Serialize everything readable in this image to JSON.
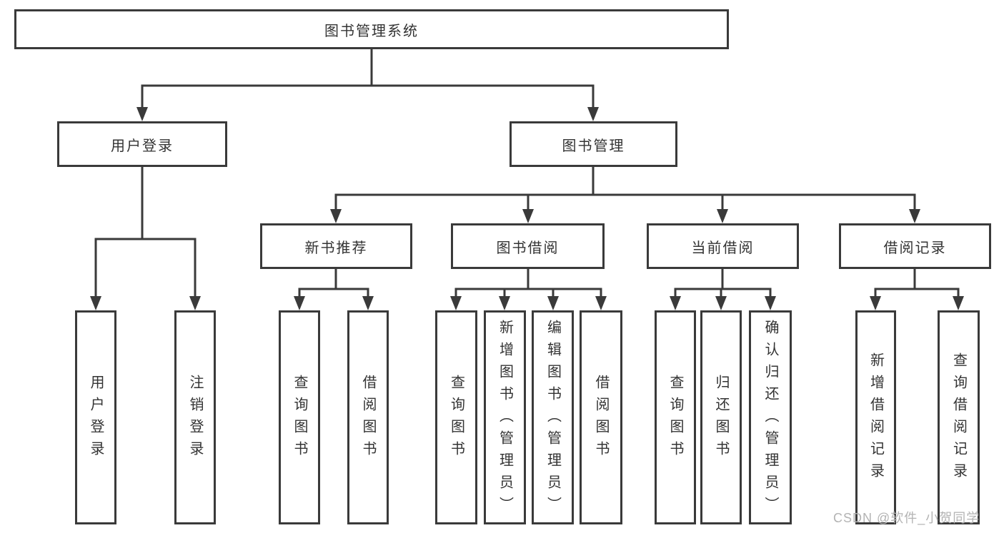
{
  "tree": {
    "root": "图书管理系统",
    "branches": [
      {
        "label": "用户登录",
        "children": [
          "用户登录",
          "注销登录"
        ]
      },
      {
        "label": "图书管理",
        "sections": [
          {
            "label": "新书推荐",
            "children": [
              "查询图书",
              "借阅图书"
            ]
          },
          {
            "label": "图书借阅",
            "children": [
              "查询图书",
              "新增图书（管理员）",
              "编辑图书（管理员）",
              "借阅图书"
            ]
          },
          {
            "label": "当前借阅",
            "children": [
              "查询图书",
              "归还图书",
              "确认归还（管理员）"
            ]
          },
          {
            "label": "借阅记录",
            "children": [
              "新增借阅记录",
              "查询借阅记录"
            ]
          }
        ]
      }
    ]
  },
  "watermark": "CSDN @软件_小贺同学",
  "colors": {
    "line": "#3a3a3a",
    "box_border": "#3a3a3a",
    "text": "#333333",
    "watermark": "#b3b3b3",
    "background": "#ffffff"
  }
}
